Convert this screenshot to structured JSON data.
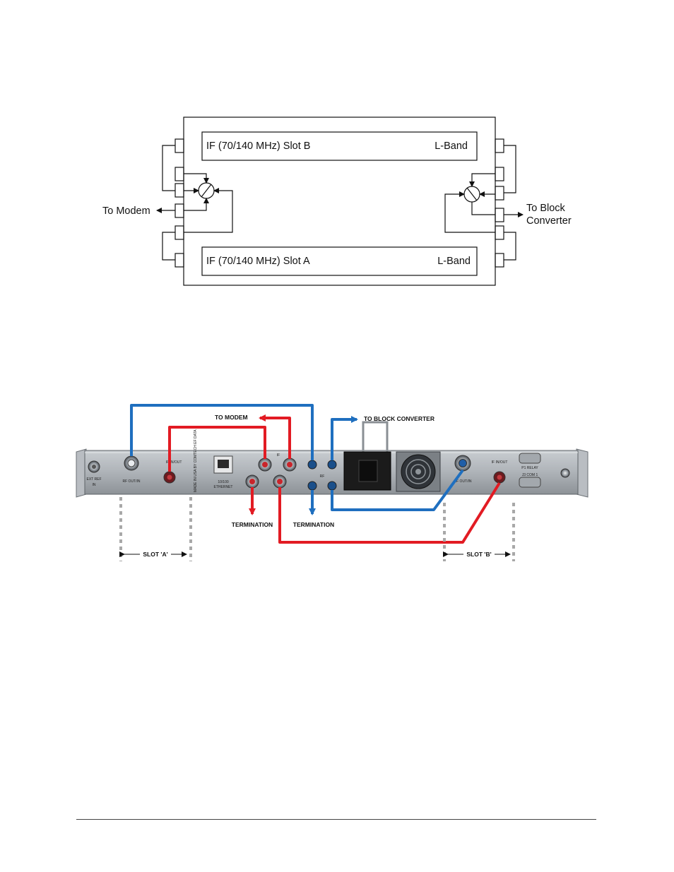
{
  "diagram": {
    "slot_b_label": "IF (70/140 MHz) Slot B",
    "slot_b_band": "L-Band",
    "slot_a_label": "IF (70/140 MHz) Slot A",
    "slot_a_band": "L-Band",
    "to_modem": "To Modem",
    "to_block_line1": "To Block",
    "to_block_line2": "Converter"
  },
  "photo": {
    "to_modem": "TO MODEM",
    "to_block_converter": "TO BLOCK CONVERTER",
    "termination_left": "TERMINATION",
    "termination_right": "TERMINATION",
    "slot_a": "SLOT 'A'",
    "slot_b": "SLOT 'B'",
    "ext_ref": "EXT REF",
    "ext_ref_in": "IN",
    "j4_label": "RF OUT/IN",
    "j5_label": "IF IN/OUT",
    "made_in": "MADE IN USA BY COMTECH EF DATA",
    "ethernet": "ETHERNET",
    "ethernet_speed": "10/100",
    "if_label": "IF",
    "rf_label": "RF",
    "j6_label": "RF OUT/IN",
    "j7_label": "IF IN/OUT",
    "p1_relay": "P1 RELAY",
    "j3_com": "J3 COM 1"
  },
  "colors": {
    "red": "#e21b23",
    "blue": "#1f6fbf"
  }
}
